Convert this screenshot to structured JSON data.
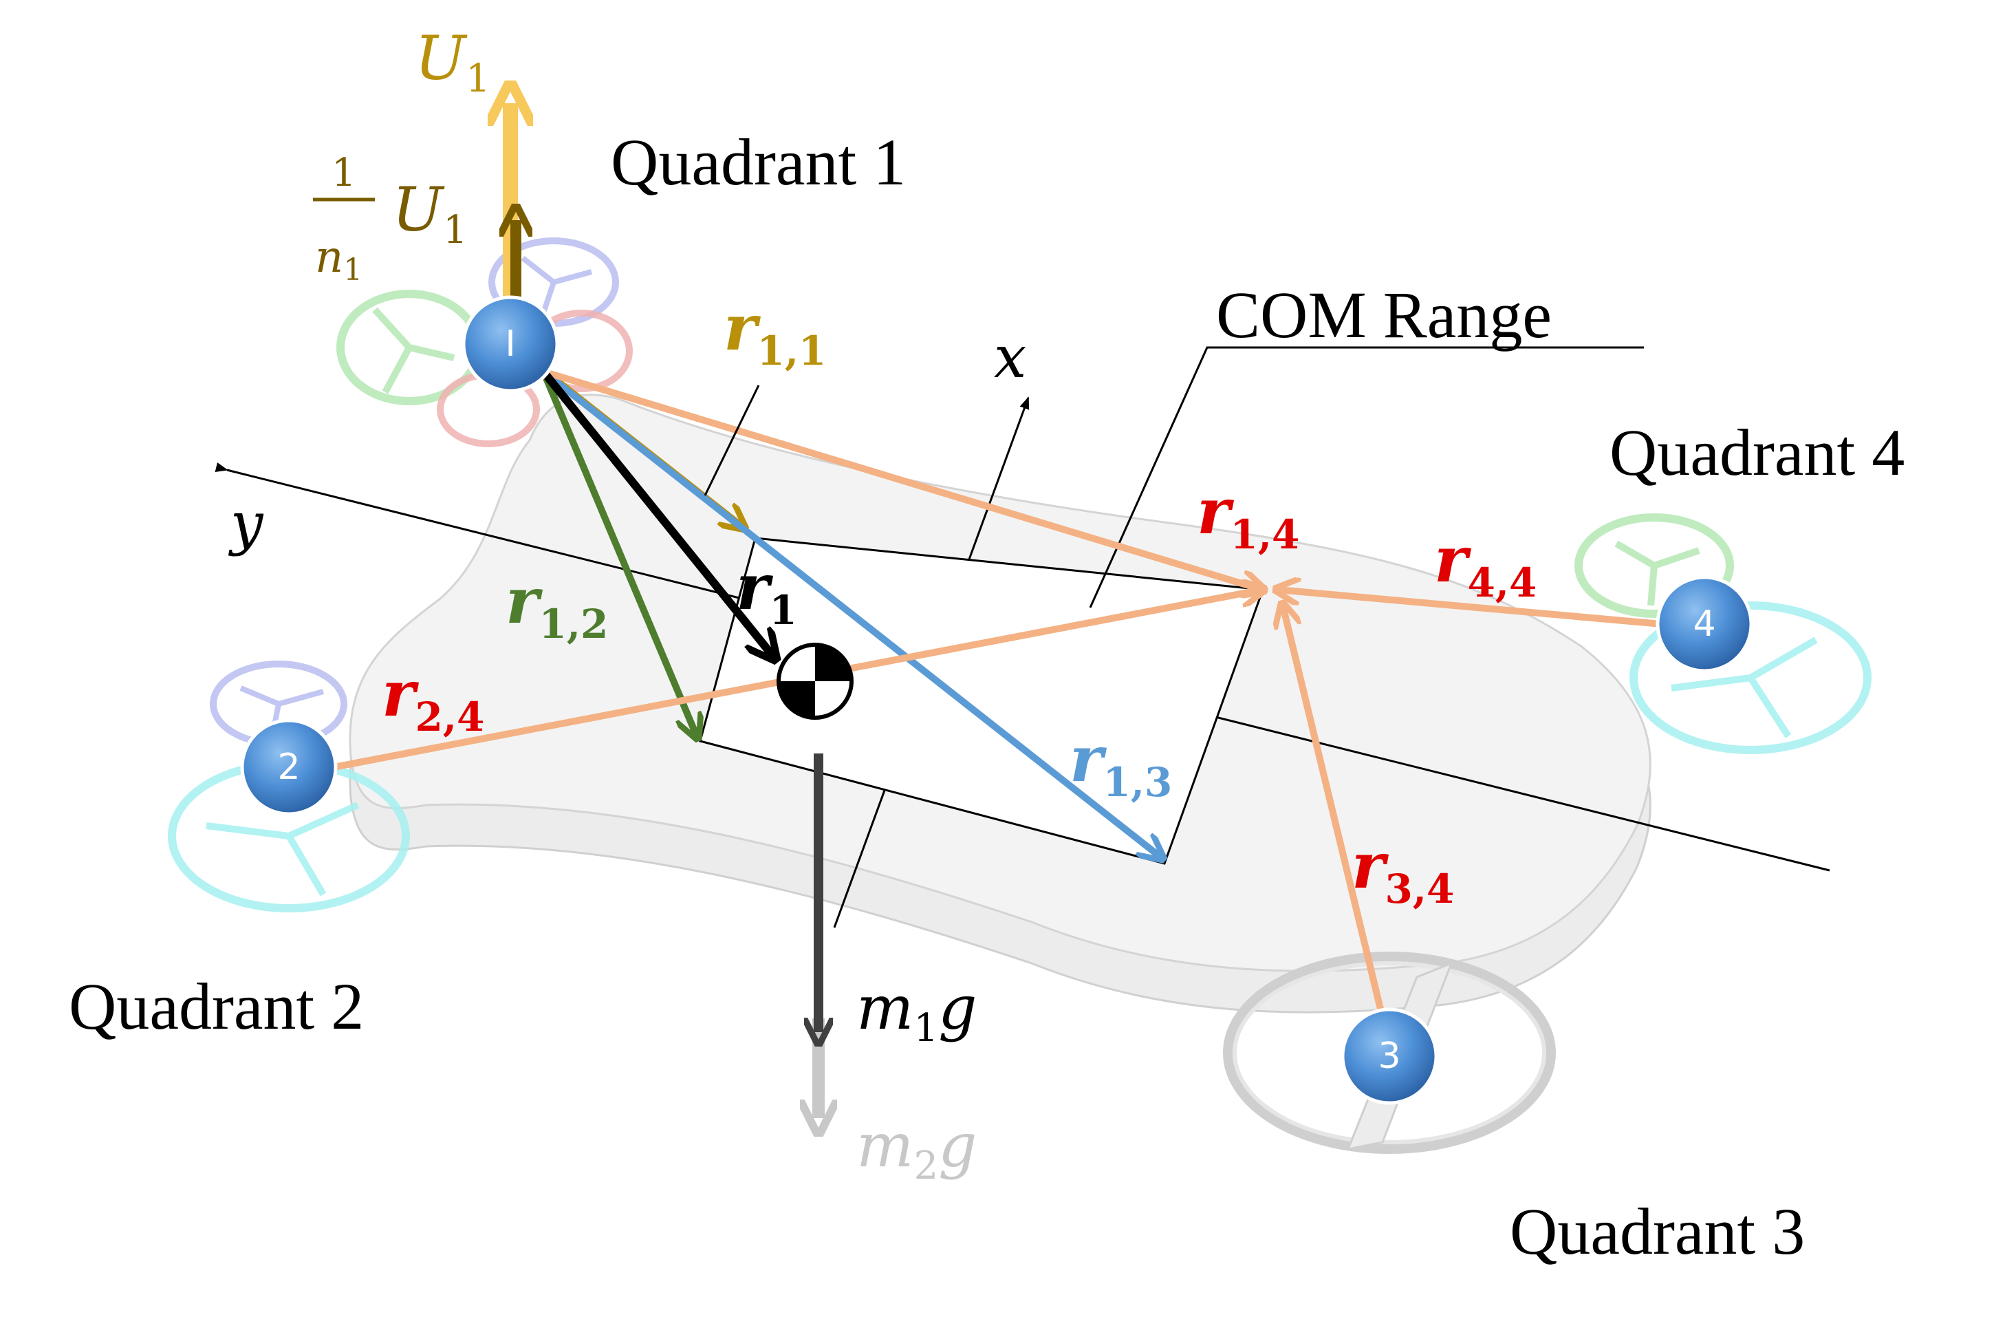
{
  "quadrants": {
    "q1": "Quadrant 1",
    "q2": "Quadrant 2",
    "q3": "Quadrant 3",
    "q4": "Quadrant 4"
  },
  "com_range_label": "COM Range",
  "axes": {
    "x": "x",
    "y": "y"
  },
  "rotors": {
    "r1": "I",
    "r2": "2",
    "r3": "3",
    "r4": "4"
  },
  "forces": {
    "u1": {
      "main": "U",
      "sub": "1"
    },
    "u1_frac": {
      "num": "1",
      "den_main": "n",
      "den_sub": "1",
      "main": "U",
      "sub": "1"
    },
    "m1g": {
      "m": "m",
      "sub": "1",
      "g": "g"
    },
    "m2g": {
      "m": "m",
      "sub": "2",
      "g": "g"
    }
  },
  "vectors": {
    "r11": {
      "main": "r",
      "sub": "1,1"
    },
    "r12": {
      "main": "r",
      "sub": "1,2"
    },
    "r13": {
      "main": "r",
      "sub": "1,3"
    },
    "r14": {
      "main": "r",
      "sub": "1,4"
    },
    "r24": {
      "main": "r",
      "sub": "2,4"
    },
    "r34": {
      "main": "r",
      "sub": "3,4"
    },
    "r44": {
      "main": "r",
      "sub": "4,4"
    },
    "r1": {
      "main": "r",
      "sub": "1"
    }
  },
  "colors": {
    "gold": "#b8900a",
    "u1_yellow": "#f7c85a",
    "u1_dark": "#7a5c00",
    "green": "#4e7d2e",
    "blue": "#5b9bd5",
    "orange": "#f4b183",
    "red": "#e00000",
    "gray": "#c8c8c8",
    "dark_gray": "#404040"
  }
}
